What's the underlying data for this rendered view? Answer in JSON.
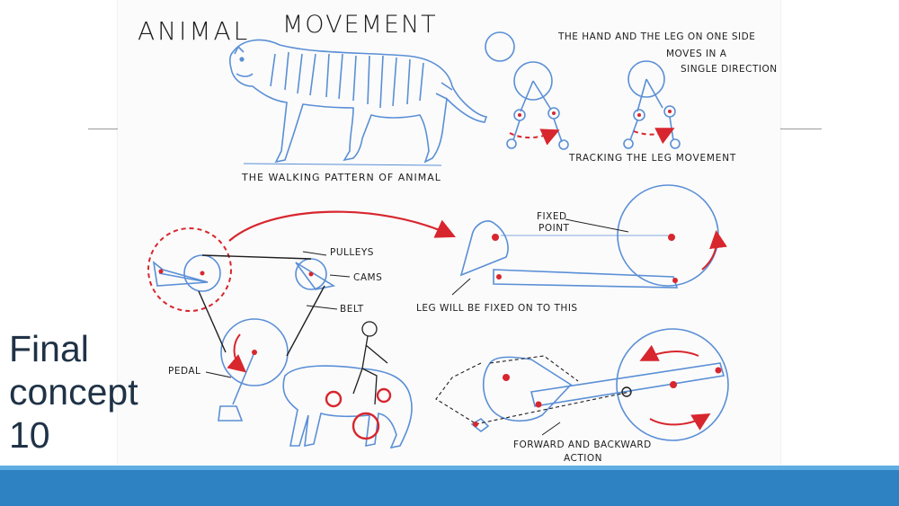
{
  "slide": {
    "title_lines": [
      "Final",
      "concept",
      "10"
    ]
  },
  "sketch": {
    "heading_left": "ANIMAL",
    "heading_right": "MOVEMENT",
    "caption_walking": "THE WALKING PATTERN OF ANIMAL",
    "note_line1": "THE HAND AND THE LEG ON ONE SIDE",
    "note_line2": "MOVES IN A",
    "note_line3": "SINGLE DIRECTION",
    "caption_tracking": "TRACKING THE LEG MOVEMENT",
    "label_fixed_line1": "FIXED",
    "label_fixed_line2": "POINT",
    "label_leg": "LEG WILL BE FIXED ON TO THIS",
    "label_pulleys": "PULLEYS",
    "label_cams": "CAMS",
    "label_belt": "BELT",
    "label_pedal": "PEDAL",
    "label_forward_line1": "FORWARD AND BACKWARD",
    "label_forward_line2": "ACTION"
  },
  "colors": {
    "title_text": "#1f3246",
    "bar_main": "#2f82c2",
    "bar_top": "#5eaee3",
    "pencil_blue": "#5a8fd6",
    "ink_red": "#d8262e",
    "ink_black": "#1e1e1e"
  }
}
